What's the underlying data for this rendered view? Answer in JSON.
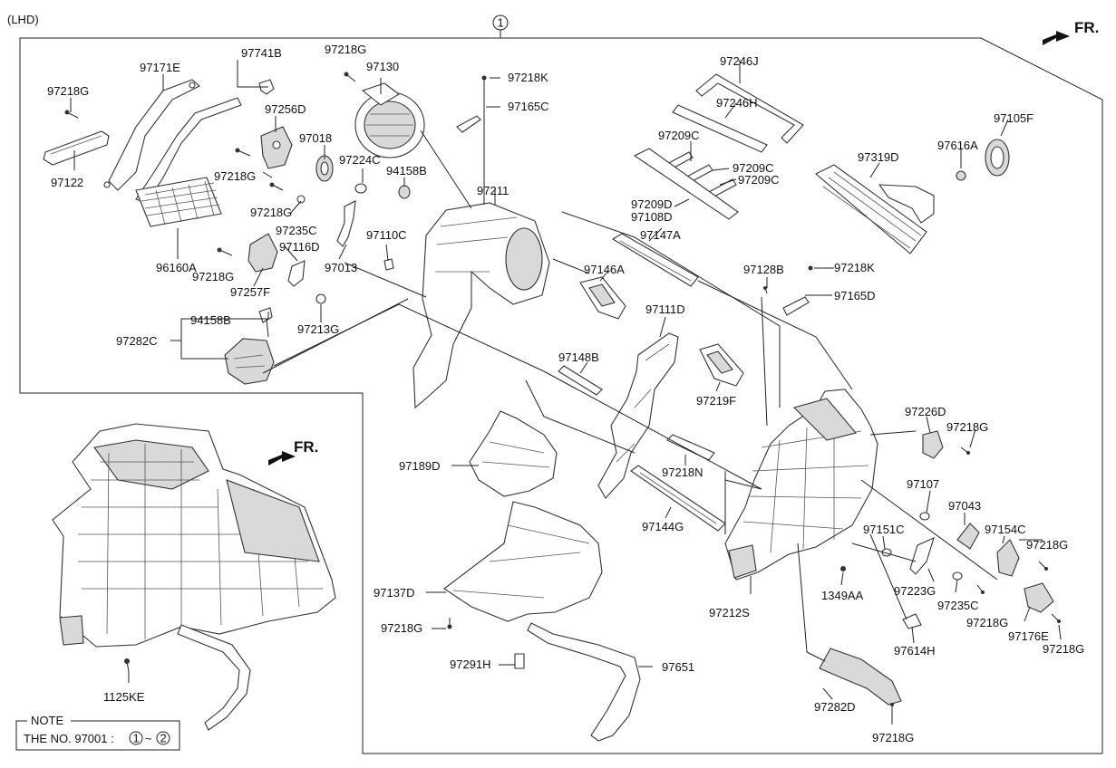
{
  "variant": "(LHD)",
  "assembly_ref": "1",
  "direction": {
    "text": "FR.",
    "icon": "front-direction-arrow"
  },
  "parts": [
    "97741B",
    "97171E",
    "97218G",
    "97122",
    "97256D",
    "97018",
    "97224C",
    "94158B",
    "97235C",
    "97116D",
    "97257F",
    "97013",
    "97110C",
    "96160A",
    "97213G",
    "97282C",
    "97130",
    "97218K",
    "97165C",
    "97211",
    "97246J",
    "97246H",
    "97209C",
    "97209D",
    "97108D",
    "97147A",
    "97146A",
    "97111D",
    "97148B",
    "97219F",
    "97189D",
    "97218N",
    "97144G",
    "97137D",
    "97291H",
    "97651",
    "97105F",
    "97616A",
    "97319D",
    "97128B",
    "97165D",
    "97226D",
    "97107",
    "97043",
    "97151C",
    "97154C",
    "97223G",
    "97212S",
    "1349AA",
    "97614H",
    "97176E",
    "97282D",
    "1125KE"
  ],
  "note": {
    "title": "NOTE",
    "text": "THE NO. 97001 :",
    "range_start": "1",
    "range_sep": "~",
    "range_end": "2"
  }
}
